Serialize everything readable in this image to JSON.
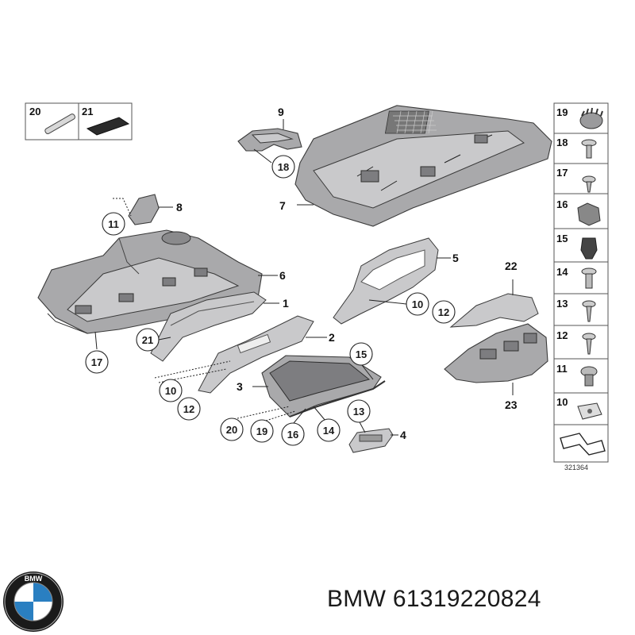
{
  "diagram": {
    "callouts": [
      "1",
      "2",
      "3",
      "4",
      "5",
      "6",
      "7",
      "8",
      "9",
      "10",
      "11",
      "12",
      "13",
      "14",
      "15",
      "16",
      "17",
      "18",
      "19",
      "20",
      "21",
      "22",
      "23"
    ],
    "reference_number": "321364",
    "side_column_items": [
      "19",
      "18",
      "17",
      "16",
      "15",
      "14",
      "13",
      "12",
      "11",
      "10"
    ],
    "top_left_box_items": [
      "20",
      "21"
    ]
  },
  "brand": {
    "name": "BMW",
    "part_number": "61319220824",
    "logo_letters": "BMW"
  },
  "colors": {
    "part_fill": "#a9a9ab",
    "part_outline": "#3a3a3a",
    "background": "#ffffff",
    "logo_blue": "#2a7fc1"
  }
}
